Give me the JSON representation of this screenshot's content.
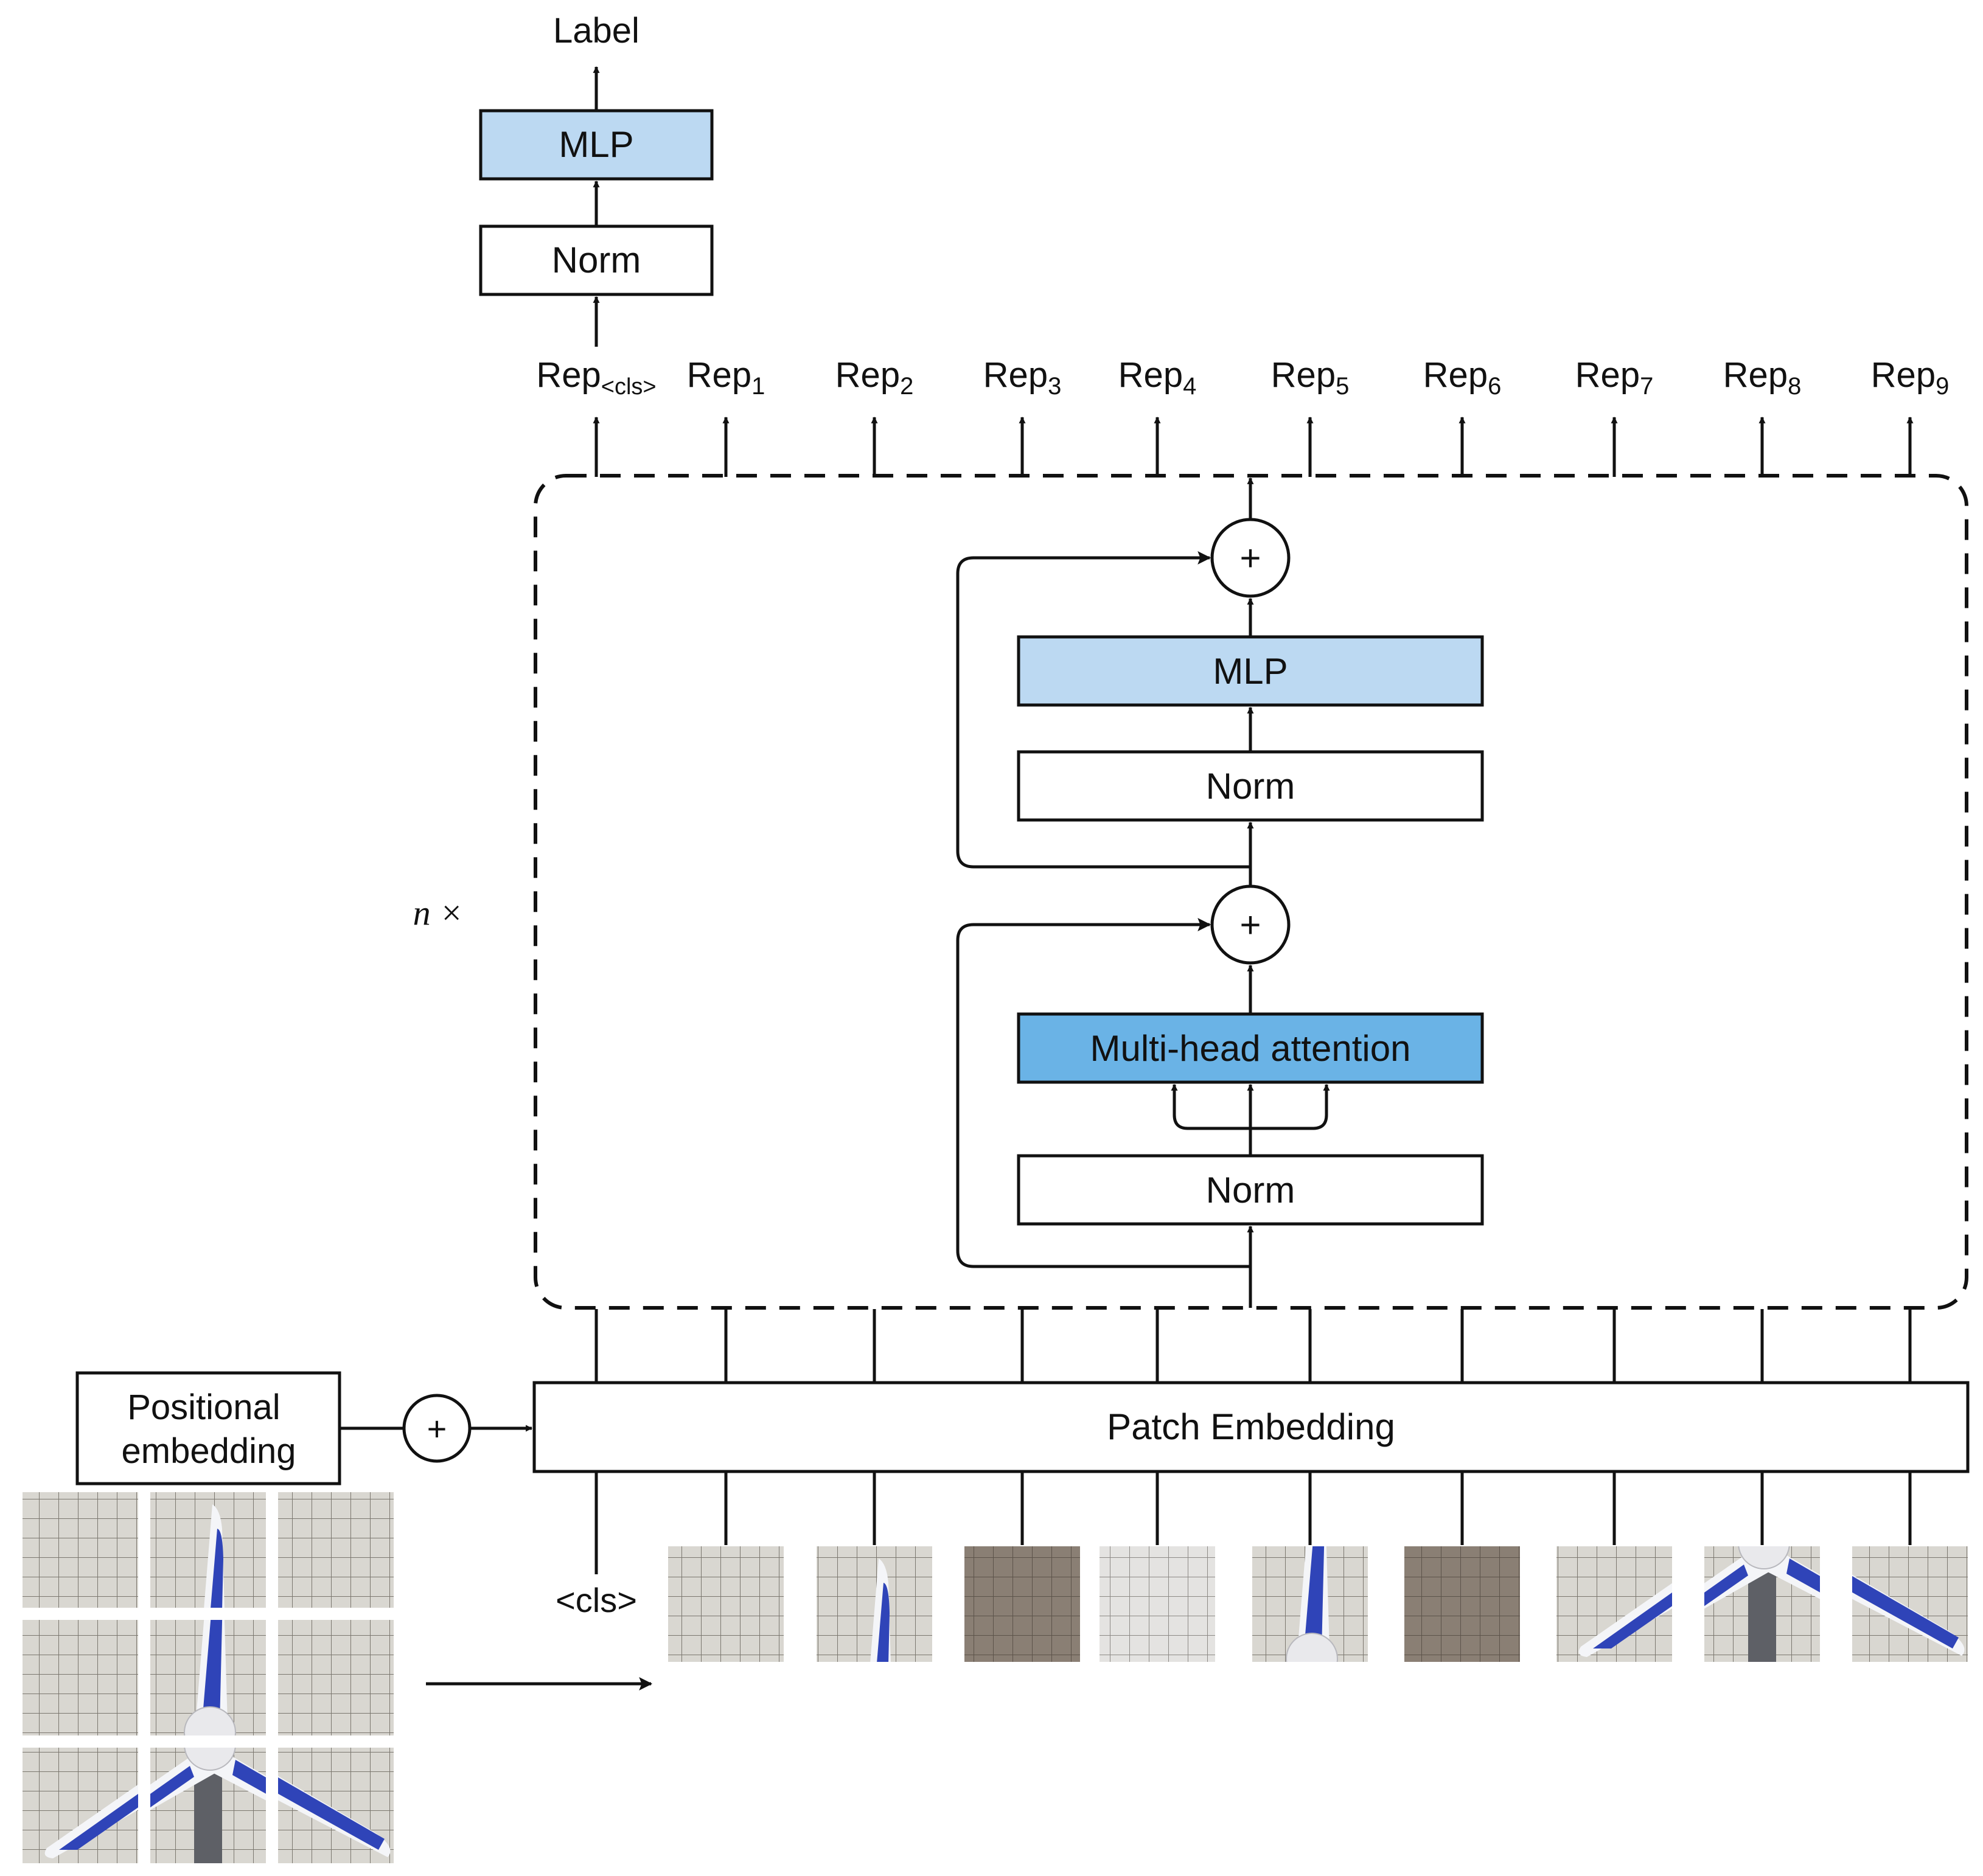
{
  "labels": {
    "label_out": "Label",
    "head_mlp": "MLP",
    "head_norm": "Norm",
    "rep_prefix": "Rep",
    "cls_sub": "<cls>",
    "rep_subs": [
      "1",
      "2",
      "3",
      "4",
      "5",
      "6",
      "7",
      "8",
      "9"
    ],
    "repeat": "n ×",
    "enc_mlp": "MLP",
    "enc_norm_top": "Norm",
    "mha": "Multi-head attention",
    "enc_norm_bottom": "Norm",
    "plus": "+",
    "pos_line1": "Positional",
    "pos_line2": "embedding",
    "patch_embedding": "Patch Embedding",
    "cls_token": "<cls>"
  },
  "colors": {
    "mlp_fill": "#bcd9f2",
    "mha_fill": "#6ab3e6",
    "paper": "#d9d7d1",
    "paper_dark": "#8a7f74",
    "blade": "#f4f5f8",
    "blade_stripe": "#2f44b8",
    "hub": "#e9e9ec",
    "pole": "#5e6066"
  },
  "image_patches": {
    "grid_rows": 3,
    "grid_cols": 3,
    "sequence_count": 9,
    "subject": "wind turbine"
  }
}
